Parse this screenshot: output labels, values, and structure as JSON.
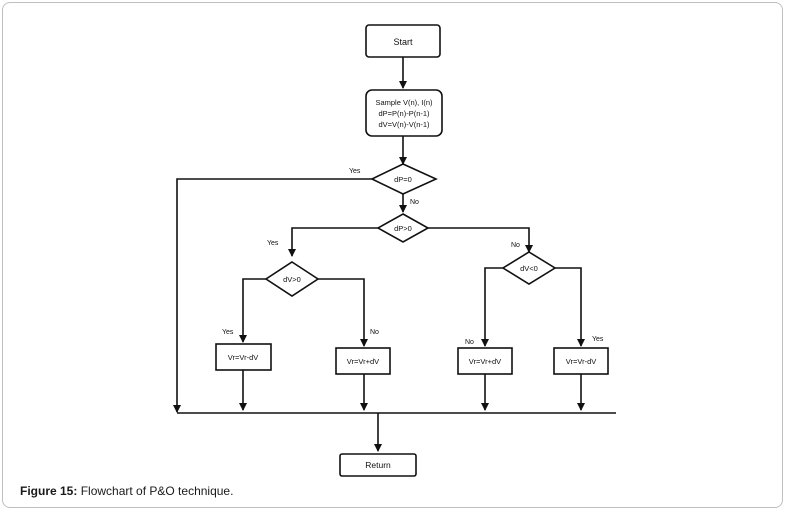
{
  "diagram": {
    "nodes": {
      "start": "Start",
      "sample_line1": "Sample V(n), I(n)",
      "sample_line2": "dP=P(n)-P(n-1)",
      "sample_line3": "dV=V(n)-V(n-1)",
      "dp_eq0": "dP=0",
      "dp_gt0": "dP>0",
      "dv_gt0": "dV>0",
      "dv_lt0": "dV<0",
      "vr_minus_left": "Vr=Vr-dV",
      "vr_plus_left": "Vr=Vr+dV",
      "vr_plus_right": "Vr=Vr+dV",
      "vr_minus_right": "Vr=Vr-dV",
      "return": "Return"
    },
    "edge_labels": {
      "dp_eq0_yes": "Yes",
      "dp_eq0_no": "No",
      "dp_gt0_yes": "Yes",
      "dp_gt0_no": "No",
      "dv_gt0_yes": "Yes",
      "dv_gt0_no": "No",
      "dv_lt0_no": "No",
      "dv_lt0_yes": "Yes"
    }
  },
  "caption": {
    "label": "Figure 15:",
    "text": " Flowchart of P&O technique."
  }
}
